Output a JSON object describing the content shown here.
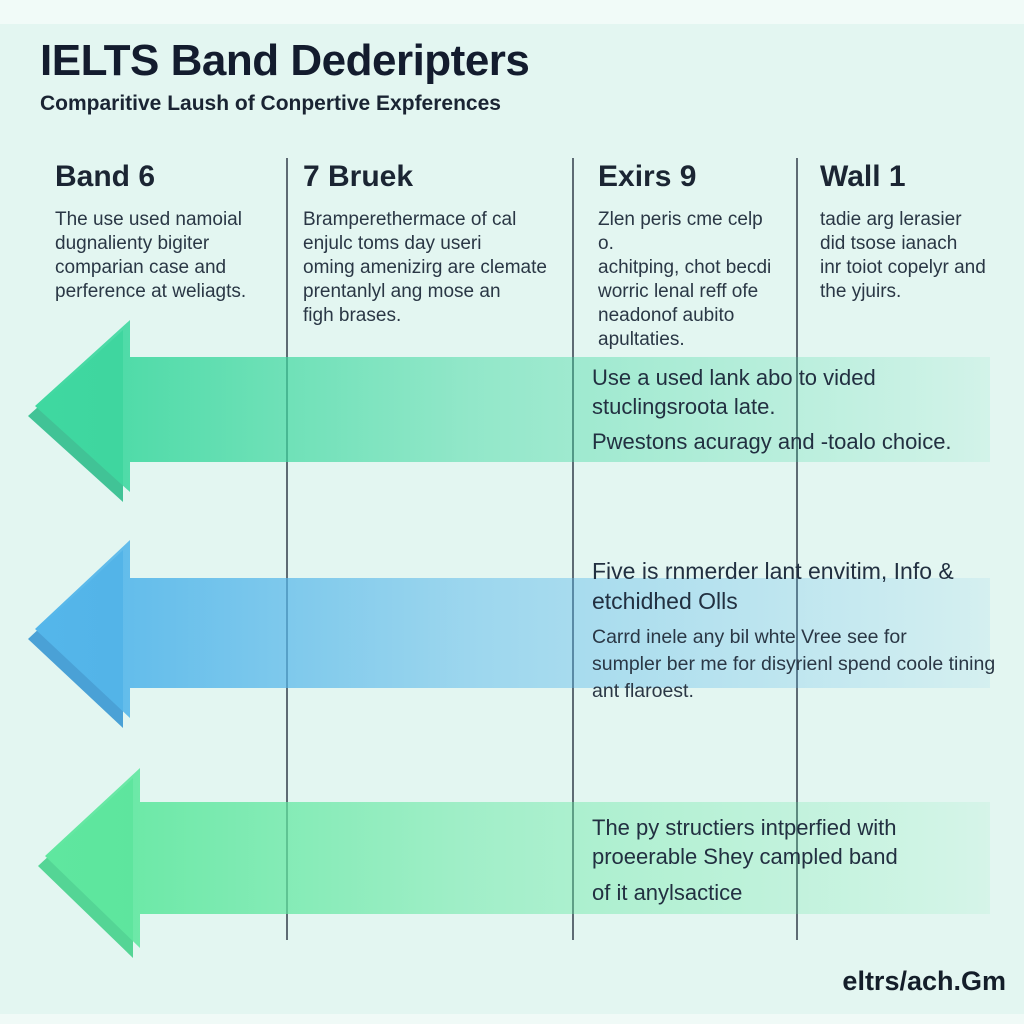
{
  "page": {
    "title": "IELTS Band Dederipters",
    "subtitle": "Comparitive Laush of Conpertive Expferences",
    "watermark": "eltrs/ach.Gm",
    "background_color": "#e3f6f1",
    "divider_color": "#46525e",
    "title_color": "#131c2e"
  },
  "columns": [
    {
      "title": "Band 6",
      "lines": [
        "The use used namoial",
        "dugnalienty bigiter",
        "comparian case and",
        "perference at weliagts."
      ]
    },
    {
      "title": "7 Bruek",
      "lines": [
        "Bramperethermace of cal",
        "enjulc toms day useri",
        "oming amenizirg are clemate",
        "prentanlyl ang mose an",
        "figh brases."
      ]
    },
    {
      "title": "Exirs 9",
      "lines": [
        "Zlen peris cme celp o.",
        "achitping, chot becdi",
        "worric lenal reff ofe",
        "neadonof aubito",
        "apultaties."
      ]
    },
    {
      "title": "Wall 1",
      "lines": [
        "tadie arg lerasier",
        "did tsose ianach",
        "inr toiot copelyr and",
        "the yjuirs."
      ]
    }
  ],
  "rows": [
    {
      "arrow_color": "#3fd8a0",
      "arrow_edge_color": "#2fbe8c",
      "line1": "Use a used lank abo to vided",
      "line2": "stuclingsroota late.",
      "line3": "Pwestons acuragy and -toalo choice."
    },
    {
      "arrow_color": "#54b6ea",
      "arrow_edge_color": "#3898d3",
      "heading_line1": "Five is rnmerder lant envitim, Info &",
      "heading_line2": "etchidhed Olls",
      "body_line1": "Carrd inele any bil whte Vree see for",
      "body_line2": "sumpler ber me for disyrienl spend coole tining",
      "body_line3": "ant flaroest."
    },
    {
      "arrow_color": "#5fe79f",
      "arrow_edge_color": "#44d28b",
      "line1": "The py structiers intperfied with",
      "line2": "proeerable Shey campled band",
      "line3": "of it anylsactice"
    }
  ]
}
